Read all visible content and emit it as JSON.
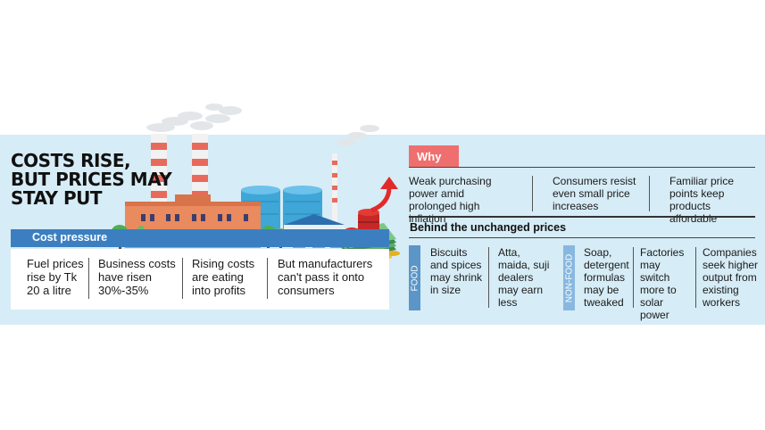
{
  "title_lines": [
    "Costs rise,",
    "but prices may",
    "stay put"
  ],
  "cost_pressure": {
    "label": "Cost pressure",
    "items": [
      "Fuel prices rise by Tk 20 a litre",
      "Business costs have risen 30%-35%",
      "Rising costs are eating into profits",
      "But manufacturers can't pass it onto consumers"
    ]
  },
  "why": {
    "label": "Why",
    "items": [
      "Weak purchasing power amid prolonged high inflation",
      "Consumers resist even small price increases",
      "Familiar price points keep products affordable"
    ]
  },
  "behind": {
    "label": "Behind the unchanged prices",
    "food_tag": "FOOD",
    "nonfood_tag": "NON-FOOD",
    "food_items": [
      "Biscuits and spices may shrink in size",
      "Atta, maida, suji dealers may earn less"
    ],
    "nonfood_items": [
      "Soap, detergent formulas may be tweaked",
      "Factories may switch more to solar power",
      "Companies seek higher output from existing workers"
    ]
  },
  "colors": {
    "panel": "#d6ecf6",
    "accent_blue": "#3c7fc0",
    "why_red": "#ef6f6f",
    "factory_brick": "#e98a5f",
    "arrow_red": "#e12b2b"
  }
}
